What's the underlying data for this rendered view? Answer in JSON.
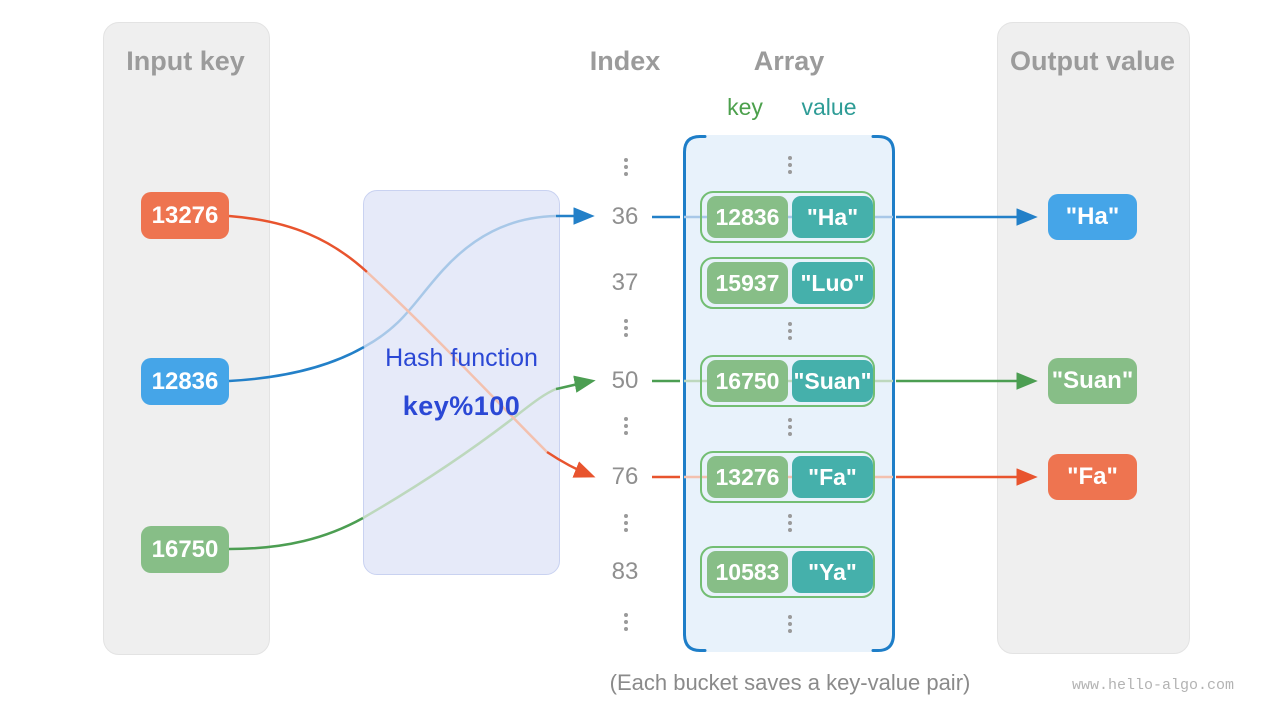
{
  "input_panel": {
    "title": "Input key",
    "keys": [
      {
        "label": "13276",
        "color": "#EE7450"
      },
      {
        "label": "12836",
        "color": "#45A5E8"
      },
      {
        "label": "16750",
        "color": "#87BE87"
      }
    ]
  },
  "hash_box": {
    "title": "Hash function",
    "formula": "key%100"
  },
  "index_column": {
    "title": "Index",
    "labels": [
      "36",
      "37",
      "50",
      "76",
      "83"
    ]
  },
  "array_column": {
    "title": "Array",
    "key_header": "key",
    "value_header": "value",
    "buckets": [
      {
        "key": "12836",
        "value": "\"Ha\""
      },
      {
        "key": "15937",
        "value": "\"Luo\""
      },
      {
        "key": "16750",
        "value": "\"Suan\""
      },
      {
        "key": "13276",
        "value": "\"Fa\""
      },
      {
        "key": "10583",
        "value": "\"Ya\""
      }
    ]
  },
  "output_panel": {
    "title": "Output value",
    "values": [
      {
        "label": "\"Ha\"",
        "color": "#45A5E8"
      },
      {
        "label": "\"Suan\"",
        "color": "#87BE87"
      },
      {
        "label": "\"Fa\"",
        "color": "#EE7450"
      }
    ]
  },
  "mappings": [
    {
      "input_key": "12836",
      "index": "36",
      "output": "\"Ha\""
    },
    {
      "input_key": "16750",
      "index": "50",
      "output": "\"Suan\""
    },
    {
      "input_key": "13276",
      "index": "76",
      "output": "\"Fa\""
    }
  ],
  "caption": "(Each bucket saves a key-value pair)",
  "watermark": "www.hello-algo.com",
  "colors": {
    "panel_bg": "#EFEFEF",
    "array_bg": "#E8F2FB",
    "array_border": "#1E7EC8",
    "bucket_border": "#73BE73",
    "hash_bg": "#E6EAF9",
    "hash_border": "#C9D2F1",
    "hash_text": "#2B48D5",
    "key_cell": "#87BE87",
    "value_cell": "#45B0AB",
    "key_label": "#4CA04C",
    "value_label": "#2E9C96",
    "line_blue": "#2380C8",
    "line_green": "#4C9E52",
    "line_orange": "#E8542E",
    "gray_text": "#9B9B9B"
  }
}
